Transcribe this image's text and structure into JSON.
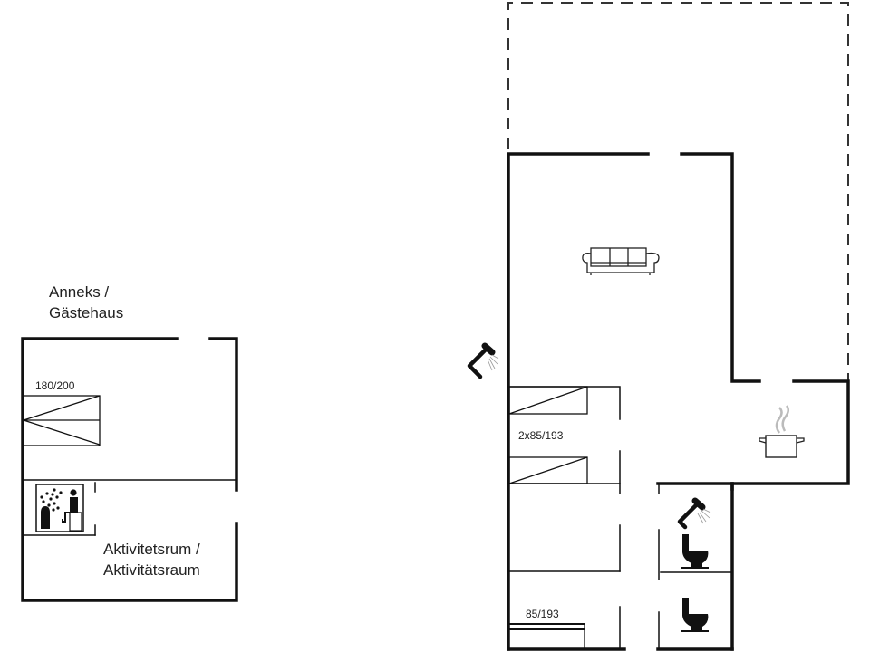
{
  "floorplan": {
    "annex": {
      "title_line1": "Anneks /",
      "title_line2": "Gästehaus",
      "bed_dimension": "180/200",
      "room_line1": "Aktivitetsrum /",
      "room_line2": "Aktivitätsraum",
      "icons": [
        "double-bed-icon",
        "sauna-icon"
      ]
    },
    "main_house": {
      "bedroom1_dimension": "2x85/193",
      "bedroom2_dimension": "85/193",
      "icons": [
        "sofa-icon",
        "outdoor-shower-icon",
        "cooking-pot-icon",
        "shower-icon",
        "toilet-icon",
        "toilet-icon"
      ]
    },
    "colors": {
      "wall": "#111111",
      "terrace_dashed": "#333333",
      "steam": "#bbbbbb",
      "background": "#ffffff"
    }
  }
}
